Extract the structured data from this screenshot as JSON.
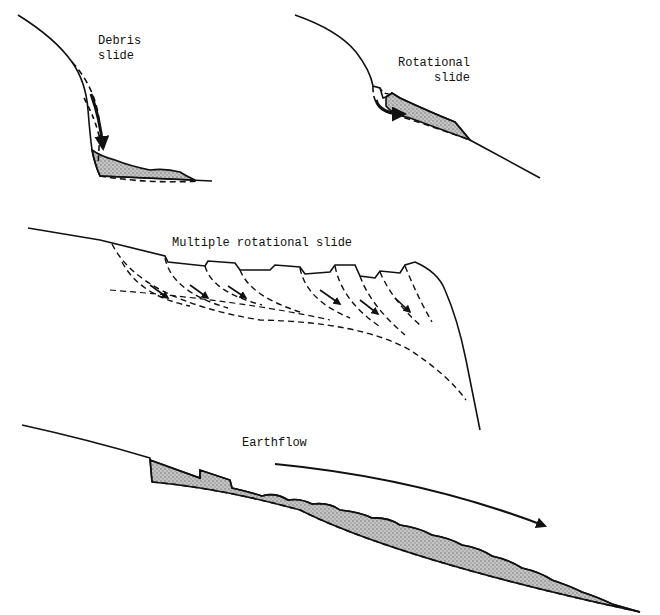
{
  "diagram": {
    "labels": [
      "Debris slide",
      "Rotational slide",
      "Multiple rotational slide",
      "Earthflow"
    ]
  }
}
